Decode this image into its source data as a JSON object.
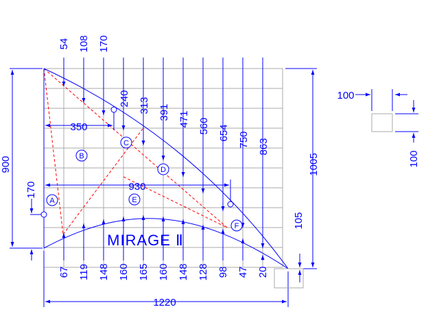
{
  "drawing": {
    "title": "MIRAGE Ⅱ",
    "colors": {
      "grid": "#a8a8a8",
      "line": "#0000ff",
      "construction": "#ff0000",
      "text": "#0000ff"
    },
    "top_dims": [
      "54",
      "108",
      "170",
      "240",
      "313",
      "391",
      "471",
      "560",
      "654",
      "750",
      "863"
    ],
    "bottom_dims": [
      "67",
      "119",
      "148",
      "160",
      "165",
      "160",
      "148",
      "128",
      "98",
      "47",
      "20"
    ],
    "overall": {
      "height": "900",
      "width": "1220",
      "right_height": "1005",
      "tip": "105",
      "offset": "170",
      "cg_x": "350",
      "span": "930"
    },
    "zones": [
      "A",
      "B",
      "C",
      "D",
      "E",
      "F"
    ],
    "inset": {
      "width": "100",
      "height": "100"
    }
  }
}
